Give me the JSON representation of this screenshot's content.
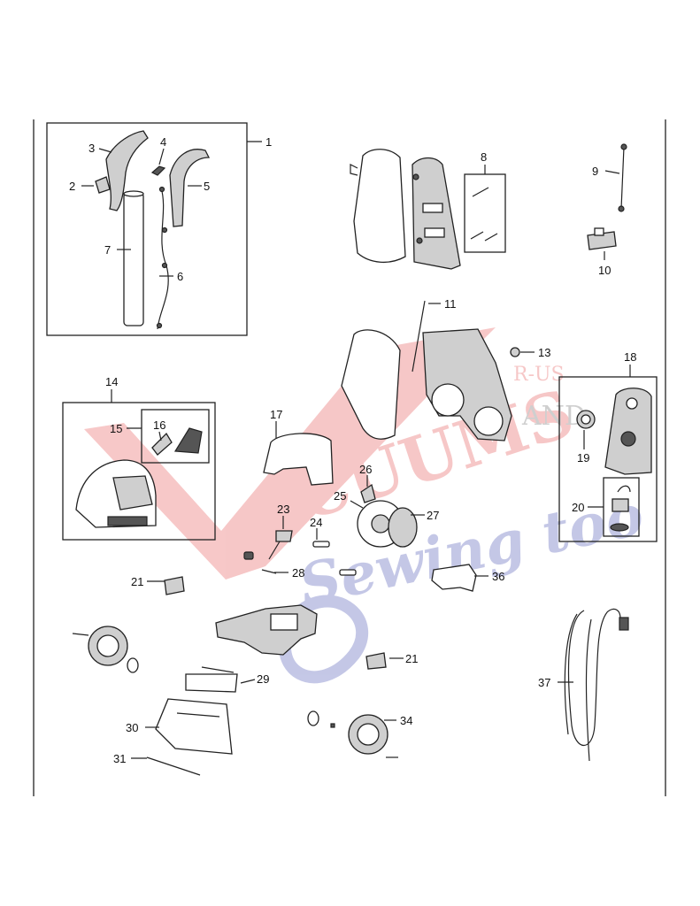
{
  "callouts": {
    "c1": "1",
    "c2": "2",
    "c3": "3",
    "c4": "4",
    "c5": "5",
    "c6": "6",
    "c7": "7",
    "c8": "8",
    "c9": "9",
    "c10": "10",
    "c11": "11",
    "c13": "13",
    "c14": "14",
    "c15": "15",
    "c16": "16",
    "c17": "17",
    "c18": "18",
    "c19": "19",
    "c20": "20",
    "c21a": "21",
    "c21b": "21",
    "c23": "23",
    "c24": "24",
    "c25": "25",
    "c26": "26",
    "c27": "27",
    "c28": "28",
    "c29": "29",
    "c30": "30",
    "c31": "31",
    "c34": "34",
    "c36": "36",
    "c37": "37"
  },
  "watermark": {
    "line1": "ACUUMS",
    "line2": "Sewing too",
    "tag1": "R-US",
    "tag2": "AND",
    "colors": {
      "primary": "#e23a3a",
      "secondary": "#2f3aa8"
    }
  }
}
